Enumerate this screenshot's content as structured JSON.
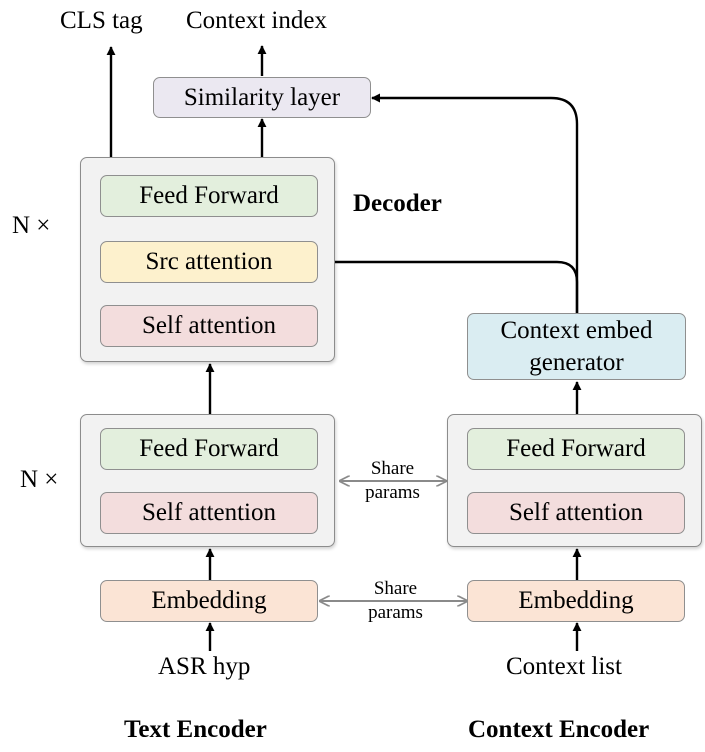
{
  "labels": {
    "cls_tag": "CLS tag",
    "context_index": "Context index",
    "decoder": "Decoder",
    "n_times_decoder": "N ×",
    "n_times_encoder": "N ×",
    "asr_hyp": "ASR hyp",
    "context_list": "Context list",
    "text_encoder": "Text Encoder",
    "context_encoder": "Context Encoder"
  },
  "blocks": {
    "similarity_layer": "Similarity layer",
    "decoder_feed_forward": "Feed Forward",
    "src_attention": "Src attention",
    "decoder_self_attention": "Self attention",
    "context_embed_generator_line1": "Context embed",
    "context_embed_generator_line2": "generator",
    "text_feed_forward": "Feed Forward",
    "text_self_attention": "Self attention",
    "context_feed_forward": "Feed Forward",
    "context_self_attention": "Self attention",
    "text_embedding": "Embedding",
    "context_embedding": "Embedding"
  },
  "share_params": {
    "encoder_line1": "Share",
    "encoder_line2": "params",
    "embedding_line1": "Share",
    "embedding_line2": "params"
  }
}
